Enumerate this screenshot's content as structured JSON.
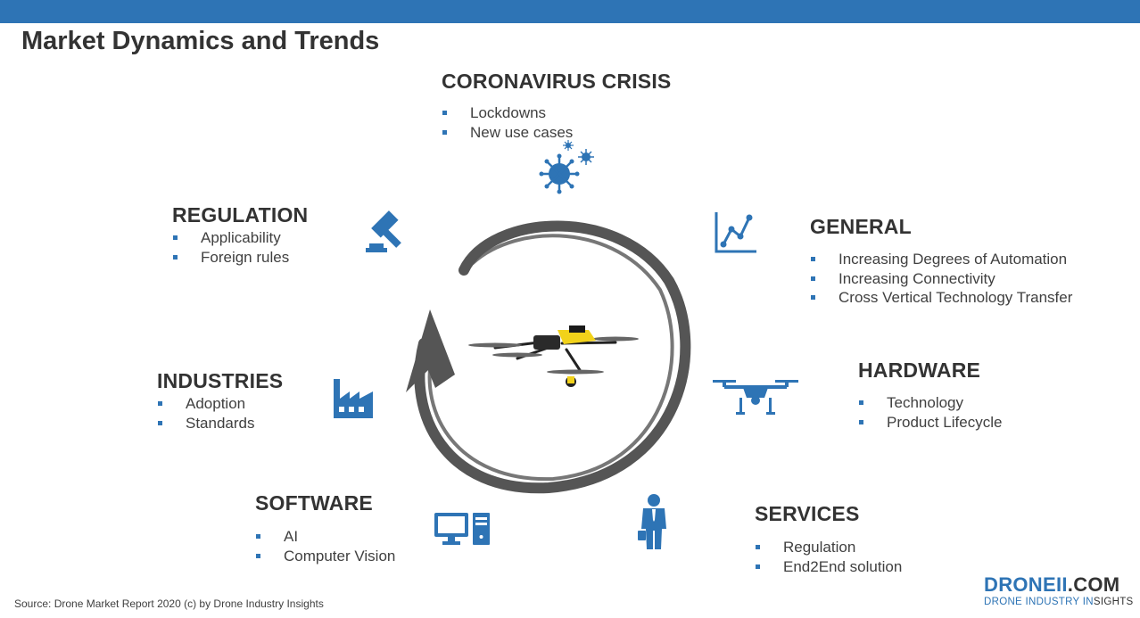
{
  "title": "Market Dynamics and Trends",
  "sections": {
    "coronavirus": {
      "heading": "CORONAVIRUS CRISIS",
      "items": [
        "Lockdowns",
        "New use cases"
      ],
      "icon": "virus-icon"
    },
    "general": {
      "heading": "GENERAL",
      "items": [
        "Increasing Degrees of Automation",
        "Increasing Connectivity",
        "Cross Vertical Technology Transfer"
      ],
      "icon": "line-chart-icon"
    },
    "hardware": {
      "heading": "HARDWARE",
      "items": [
        "Technology",
        "Product Lifecycle"
      ],
      "icon": "drone-icon"
    },
    "services": {
      "heading": "SERVICES",
      "items": [
        "Regulation",
        "End2End solution"
      ],
      "icon": "businessman-icon"
    },
    "software": {
      "heading": "SOFTWARE",
      "items": [
        "AI",
        "Computer Vision"
      ],
      "icon": "computer-icon"
    },
    "industries": {
      "heading": "INDUSTRIES",
      "items": [
        "Adoption",
        "Standards"
      ],
      "icon": "factory-icon"
    },
    "regulation": {
      "heading": "REGULATION",
      "items": [
        "Applicability",
        "Foreign rules"
      ],
      "icon": "gavel-icon"
    }
  },
  "source": "Source: Drone Market Report 2020 (c) by Drone Industry Insights",
  "logo": {
    "main": "DRONEII",
    "tld": ".COM",
    "sub_a": "DRONE INDUSTRY IN",
    "sub_b": "SIGHTS"
  },
  "colors": {
    "accent": "#2e74b5",
    "heading": "#333333",
    "text": "#404040",
    "cycle_arrow": "#555555",
    "drone_body": "#f2d21a"
  }
}
